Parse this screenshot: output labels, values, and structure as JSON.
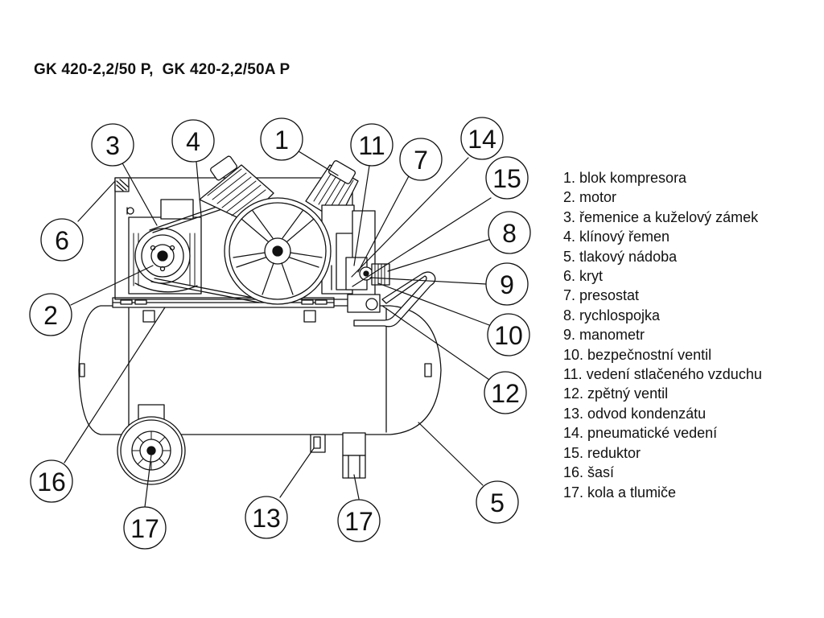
{
  "title": "GK 420-2,2/50 P,  GK 420-2,2/50A P",
  "callouts": [
    "3",
    "4",
    "1",
    "11",
    "7",
    "14",
    "15",
    "6",
    "8",
    "9",
    "2",
    "10",
    "12",
    "16",
    "17",
    "13",
    "17",
    "5"
  ],
  "legend": [
    "1. blok kompresora",
    "2. motor",
    "3. řemenice a kuželový zámek",
    "4. klínový řemen",
    "5. tlakový nádoba",
    "6. kryt",
    "7. presostat",
    "8. rychlospojka",
    "9. manometr",
    "10. bezpečnostní ventil",
    "11. vedení stlačeného vzduchu",
    "12. zpětný ventil",
    "13. odvod kondenzátu",
    "14. pneumatické vedení",
    "15. reduktor",
    "16. šasí",
    "17. kola a tlumiče"
  ]
}
